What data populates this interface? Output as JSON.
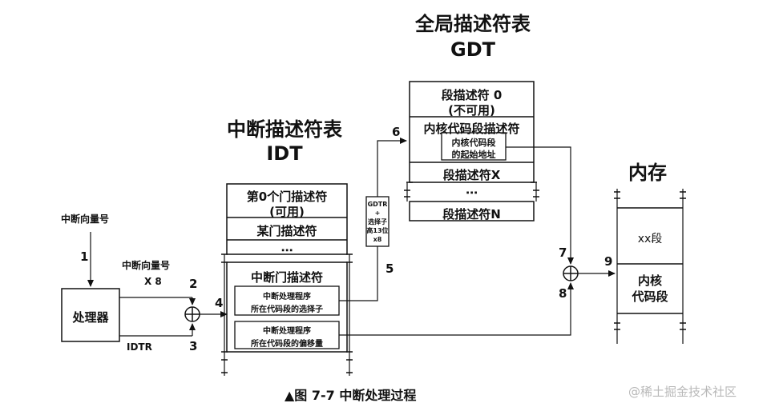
{
  "gdt": {
    "title_line1": "全局描述符表",
    "title_line2": "GDT",
    "rows": [
      "段描述符 0",
      "(不可用)",
      "内核代码段描述符",
      "段描述符X",
      "⋯",
      "段描述符N"
    ],
    "inner_line1": "内核代码段",
    "inner_line2": "的起始地址"
  },
  "idt": {
    "title_line1": "中断描述符表",
    "title_line2": "IDT",
    "row0_line1": "第0个门描述符",
    "row0_line2": "(可用)",
    "row1": "某门描述符",
    "dots": "⋯",
    "gate_label": "中断门描述符",
    "selector_line1": "中断处理程序",
    "selector_line2": "所在代码段的选择子",
    "offset_line1": "中断处理程序",
    "offset_line2": "所在代码段的偏移量"
  },
  "gdtr_box": [
    "GDTR",
    "+",
    "选择子",
    "高13位",
    "x8"
  ],
  "memory": {
    "title": "内存",
    "seg1": "xx段",
    "seg2_line1": "内核",
    "seg2_line2": "代码段"
  },
  "processor": {
    "label": "处理器",
    "input_label": "中断向量号",
    "vector_label": "中断向量号",
    "x8_label": "X 8",
    "idtr_label": "IDTR"
  },
  "steps": [
    "1",
    "2",
    "3",
    "4",
    "5",
    "6",
    "7",
    "8",
    "9"
  ],
  "plus_symbol": "+",
  "caption": "▲图 7-7   中断处理过程",
  "watermark": "@稀土掘金技术社区"
}
